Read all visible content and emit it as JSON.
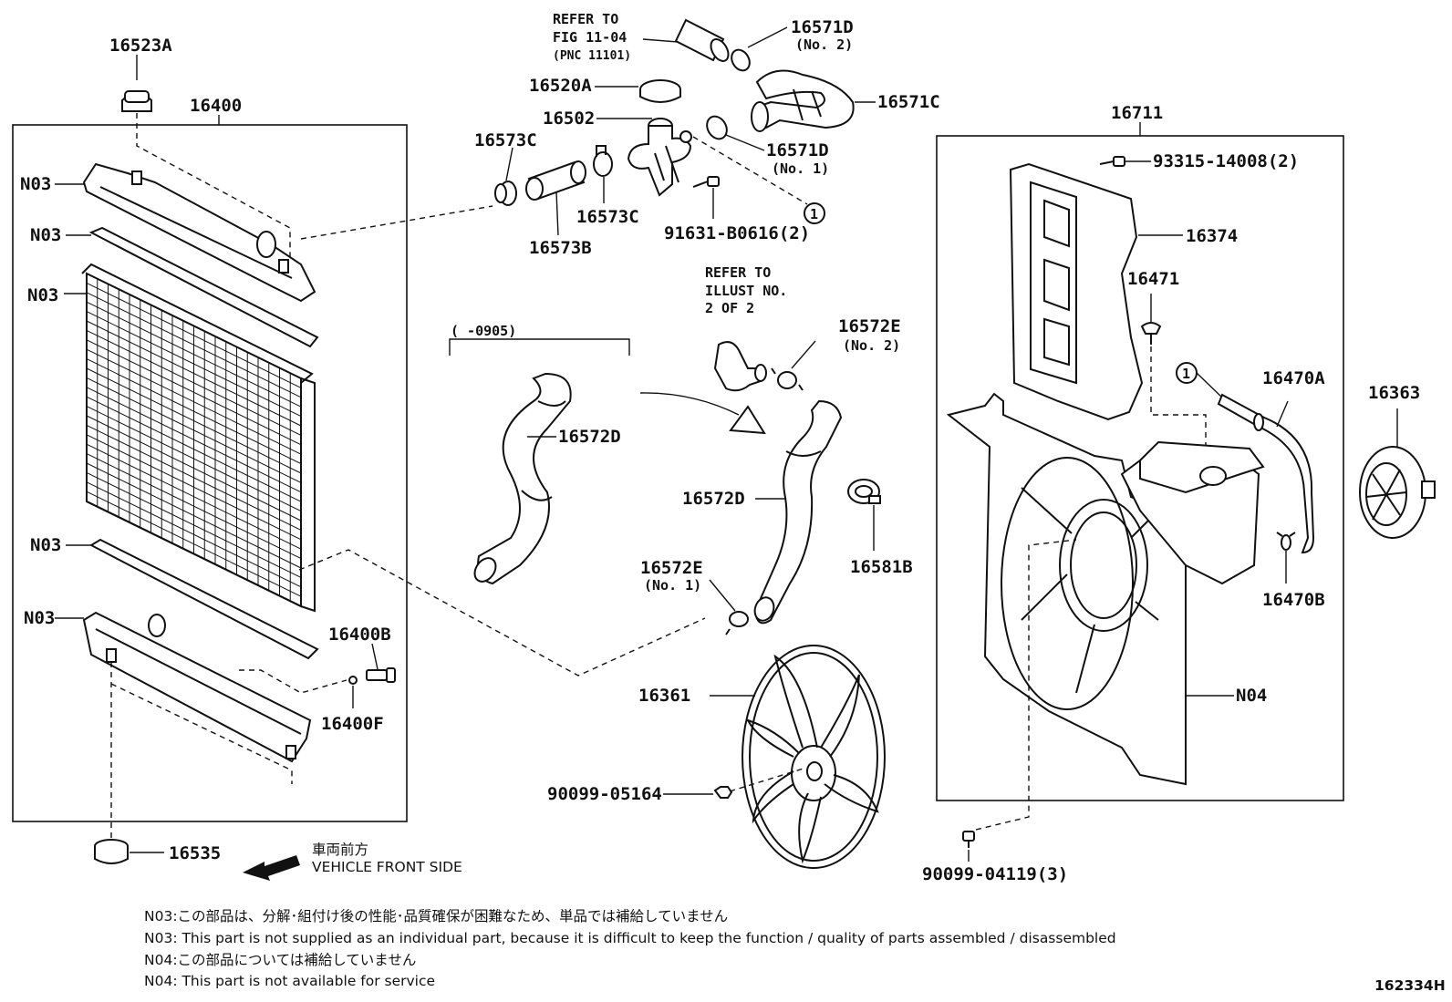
{
  "refs": {
    "fig_1104": [
      "REFER TO",
      "FIG 11-04",
      "(PNC 11101)"
    ],
    "illust_2of2": [
      "REFER TO",
      "ILLUST NO.",
      "2 OF 2"
    ]
  },
  "date_range": "(    -0905)",
  "parts": {
    "p16523A": "16523A",
    "p16400": "16400",
    "n03_1": "N03",
    "n03_2": "N03",
    "n03_3": "N03",
    "n03_4": "N03",
    "n03_5": "N03",
    "p16400B": "16400B",
    "p16400F": "16400F",
    "p16535": "16535",
    "p16571D_2": "16571D",
    "p16571D_2_sub": "(No. 2)",
    "p16520A": "16520A",
    "p16502": "16502",
    "p16571C": "16571C",
    "p16571D_1": "16571D",
    "p16571D_1_sub": "(No. 1)",
    "p16573C_a": "16573C",
    "p16573C_b": "16573C",
    "p16573B": "16573B",
    "p91631": "91631-B0616(2)",
    "p16572E_2": "16572E",
    "p16572E_2_sub": "(No. 2)",
    "p16572D_a": "16572D",
    "p16572D_b": "16572D",
    "p16572E_1": "16572E",
    "p16572E_1_sub": "(No. 1)",
    "p16581B": "16581B",
    "p16361": "16361",
    "p90099_05164": "90099-05164",
    "p16711": "16711",
    "p93315": "93315-14008(2)",
    "p16374": "16374",
    "p16471": "16471",
    "p16470A": "16470A",
    "p16363": "16363",
    "p16470B": "16470B",
    "n04": "N04",
    "p90099_04119": "90099-04119(3)",
    "ref_circle_1": "1",
    "ref_circle_2": "1"
  },
  "front": {
    "jp": "車両前方",
    "en": "VEHICLE FRONT SIDE"
  },
  "notes": [
    "N03:この部品は、分解･組付け後の性能･品質確保が困難なため、単品では補給していません",
    "N03: This part is not supplied as an individual part, because it is difficult to keep the function / quality of parts assembled / disassembled",
    "N04:この部品については補給していません",
    "N04: This part is not available for service"
  ],
  "figure_id": "162334H"
}
